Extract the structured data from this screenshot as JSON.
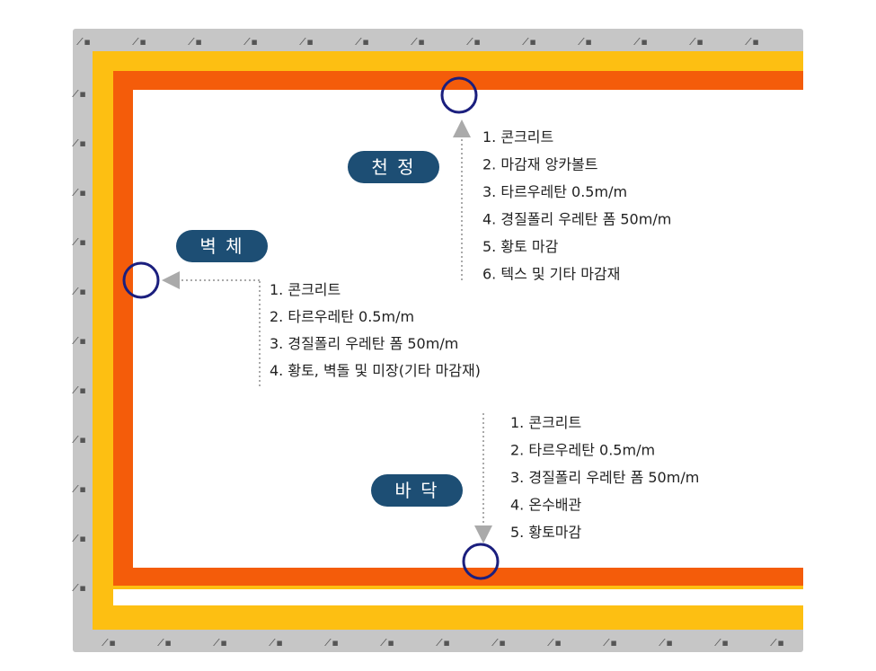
{
  "colors": {
    "concrete": "#c6c6c6",
    "outer_band": "#fdbf12",
    "inner_band": "#f45c0a",
    "interior": "#ffffff",
    "tag_bg": "#1d4e74",
    "marker": "#1b1f7e",
    "leader": "#aaaaaa"
  },
  "hatch_symbol": "⁄ ▪",
  "ceiling": {
    "tag": "천 정",
    "layers": [
      "1. 콘크리트",
      "2. 마감재 앙카볼트",
      "3. 타르우레탄 0.5m/m",
      "4. 경질폴리 우레탄 폼 50m/m",
      "5. 황토 마감",
      "6. 텍스 및 기타 마감재"
    ]
  },
  "wall": {
    "tag": "벽 체",
    "layers": [
      "1. 콘크리트",
      "2. 타르우레탄 0.5m/m",
      "3. 경질폴리 우레탄 폼 50m/m",
      "4. 황토, 벽돌 및 미장(기타 마감재)"
    ]
  },
  "floor": {
    "tag": "바 닥",
    "layers": [
      "1. 콘크리트",
      "2. 타르우레탄 0.5m/m",
      "3. 경질폴리 우레탄 폼 50m/m",
      "4. 온수배관",
      "5. 황토마감"
    ]
  }
}
